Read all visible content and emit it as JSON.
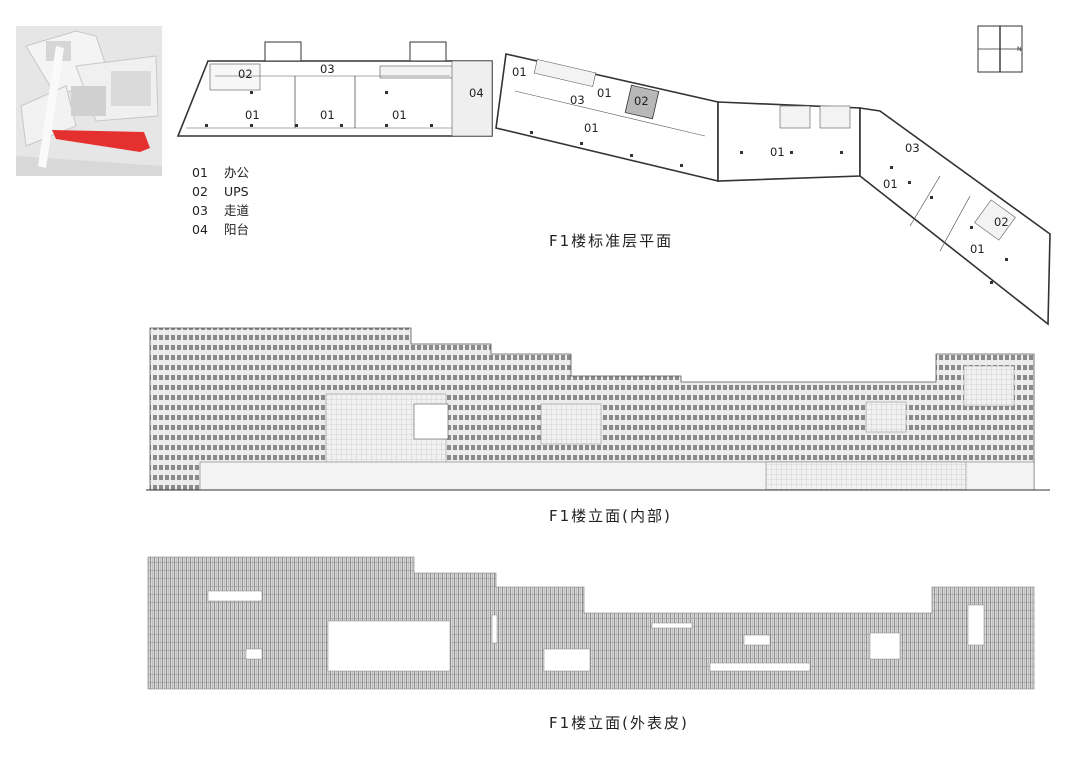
{
  "legend": [
    {
      "code": "01",
      "label": "办公"
    },
    {
      "code": "02",
      "label": "UPS"
    },
    {
      "code": "03",
      "label": "走道"
    },
    {
      "code": "04",
      "label": "阳台"
    }
  ],
  "captions": {
    "plan": "F1楼标准层平面",
    "elevation_inner": "F1楼立面(内部)",
    "elevation_skin": "F1楼立面(外表皮)"
  },
  "compass_label": "N",
  "plan_labels": {
    "a_02": "02",
    "a_03": "03",
    "a_01_1": "01",
    "a_01_2": "01",
    "a_01_3": "01",
    "a_04": "04",
    "b_01_top": "01",
    "b_03": "03",
    "b_01_mid": "01",
    "b_02": "02",
    "b_01_main": "01",
    "c_01": "01",
    "c_03": "03",
    "c_01_2": "01",
    "c_02": "02",
    "c_01_3": "01"
  },
  "colors": {
    "highlight_red": "#e53030",
    "line": "#333333",
    "skin_fill": "#d9d9d9",
    "ups_fill": "#b8b8b8"
  }
}
